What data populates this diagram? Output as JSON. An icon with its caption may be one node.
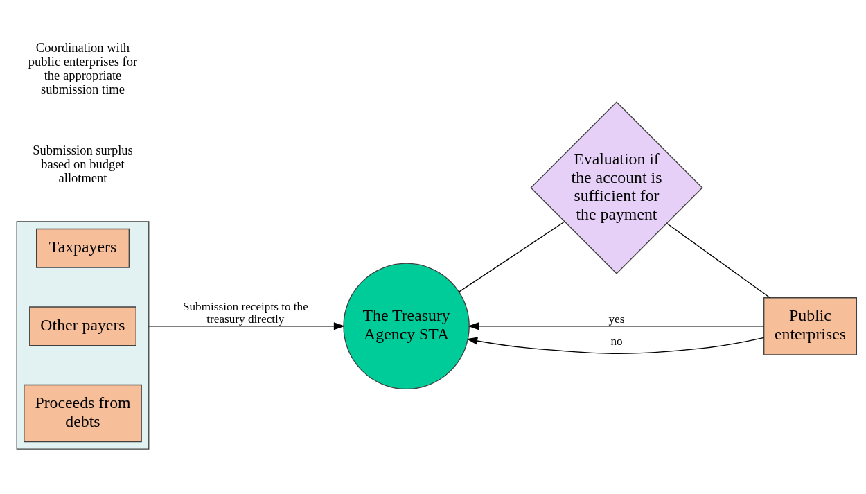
{
  "diagram": {
    "nodes": [
      {
        "text": [],
        "shape": "box"
      },
      {
        "text": [
          "Taxpayers"
        ],
        "in": 0
      },
      {
        "text": [
          "Other payers"
        ],
        "in": 0
      },
      {
        "text": [
          "Proceeds from debts"
        ],
        "in": 0
      },
      {
        "text": [
          "The Treasury Agency STA"
        ]
      },
      {
        "text": [
          "Evaluation if  the account is sufficient for the payment"
        ]
      },
      {
        "text": [
          "Public enterprises"
        ]
      }
    ],
    "edges": [
      {
        "from": 0,
        "to": 4,
        "arrow": "to",
        "label": "Submission receipts to the treasury directly"
      },
      {
        "from": 4,
        "to": 5,
        "arrow": "none"
      },
      {
        "from": 5,
        "to": 6,
        "arrow": "none"
      },
      {
        "from": 6,
        "to": 4,
        "arrow": "to",
        "label": "yes"
      },
      {
        "from": 6,
        "to": 4,
        "arrow": "to",
        "label": "no"
      }
    ],
    "labels": [
      "Submission surplus based on budget allotment",
      "Coordination with public enterprises for the appropriate submission time"
    ]
  }
}
